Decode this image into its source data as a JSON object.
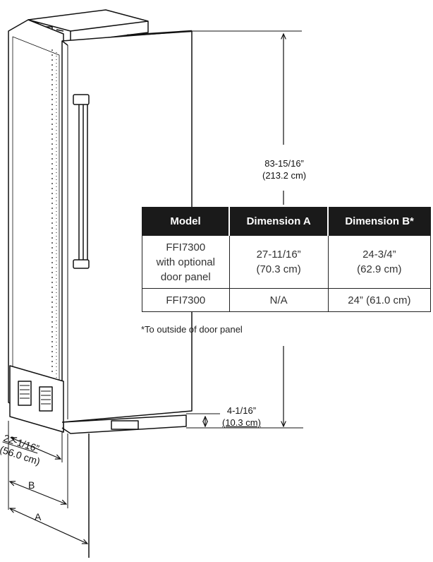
{
  "dimensions": {
    "height": {
      "line1": "83-15/16”",
      "line2": "(213.2 cm)"
    },
    "base_height": {
      "line1": "4-1/16”",
      "line2": "(10.3 cm)"
    },
    "depth": {
      "line1": "22-1/16”",
      "line2": "(56.0 cm)"
    },
    "label_b": "B",
    "label_a": "A"
  },
  "table": {
    "headers": [
      "Model",
      "Dimension A",
      "Dimension B*"
    ],
    "rows": [
      [
        "FFI7300\nwith optional\ndoor panel",
        "27-11/16”\n(70.3 cm)",
        "24-3/4”\n(62.9 cm)"
      ],
      [
        "FFI7300",
        "N/A",
        "24” (61.0 cm)"
      ]
    ],
    "footnote": "*To outside of door panel"
  }
}
